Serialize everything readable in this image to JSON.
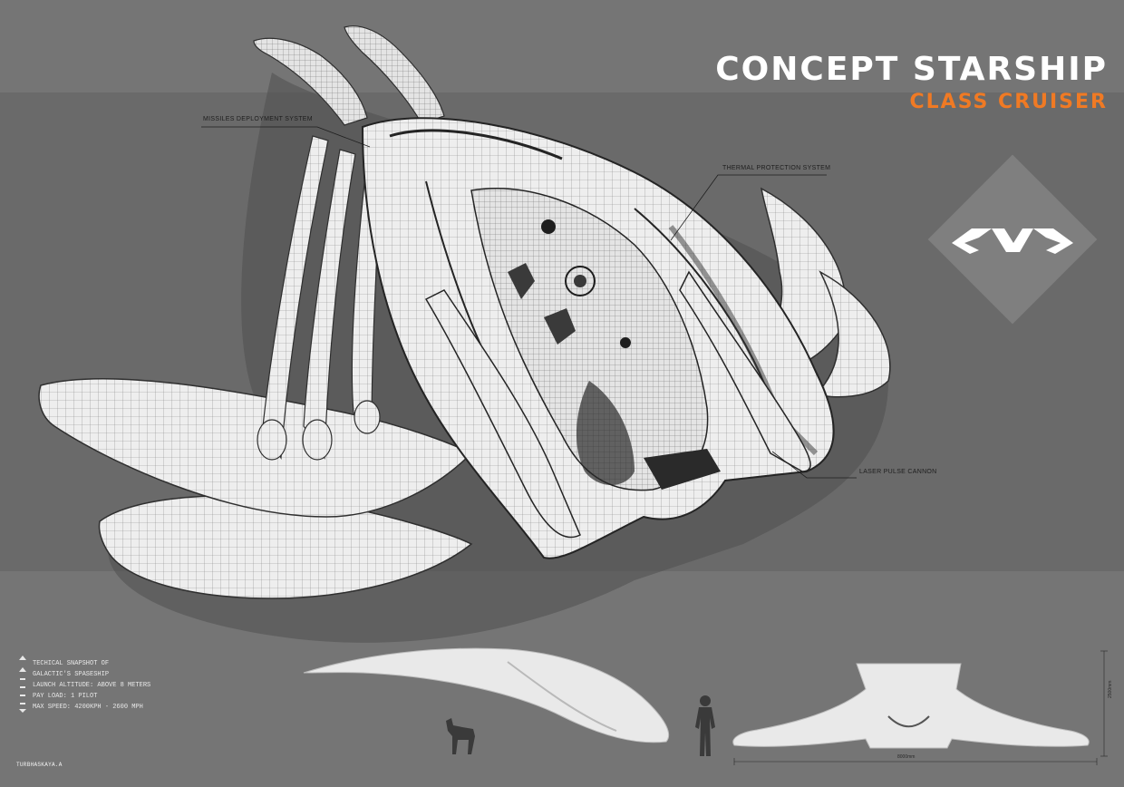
{
  "poster": {
    "title": "CONCEPT STARSHIP",
    "subtitle": "CLASS CRUISER",
    "accent_color": "#f07a24",
    "background_color": "#757575"
  },
  "logo": {
    "icon": "chevron-pair-logo-icon"
  },
  "callouts": {
    "missiles": "MISSILES DEPLOYMENT SYSTEM",
    "thermal": "THERMAL PROTECTION SYSTEM",
    "laser": "LASER PULSE CANNON"
  },
  "specs": {
    "line1": "TECHICAL SNAPSHOT OF",
    "line2": "GALACTIC'S SPASESHIP",
    "altitude": "LAUNCH ALTITUDE:  ABOVE 8 METERS",
    "payload": "PAY LOAD:  1 PILOT",
    "speed": "MAX SPEED:  4200KPH - 2600 MPH"
  },
  "author": "TURBHASKAYA.A",
  "dimensions": {
    "width": "8000mm",
    "height": "2500mm"
  }
}
